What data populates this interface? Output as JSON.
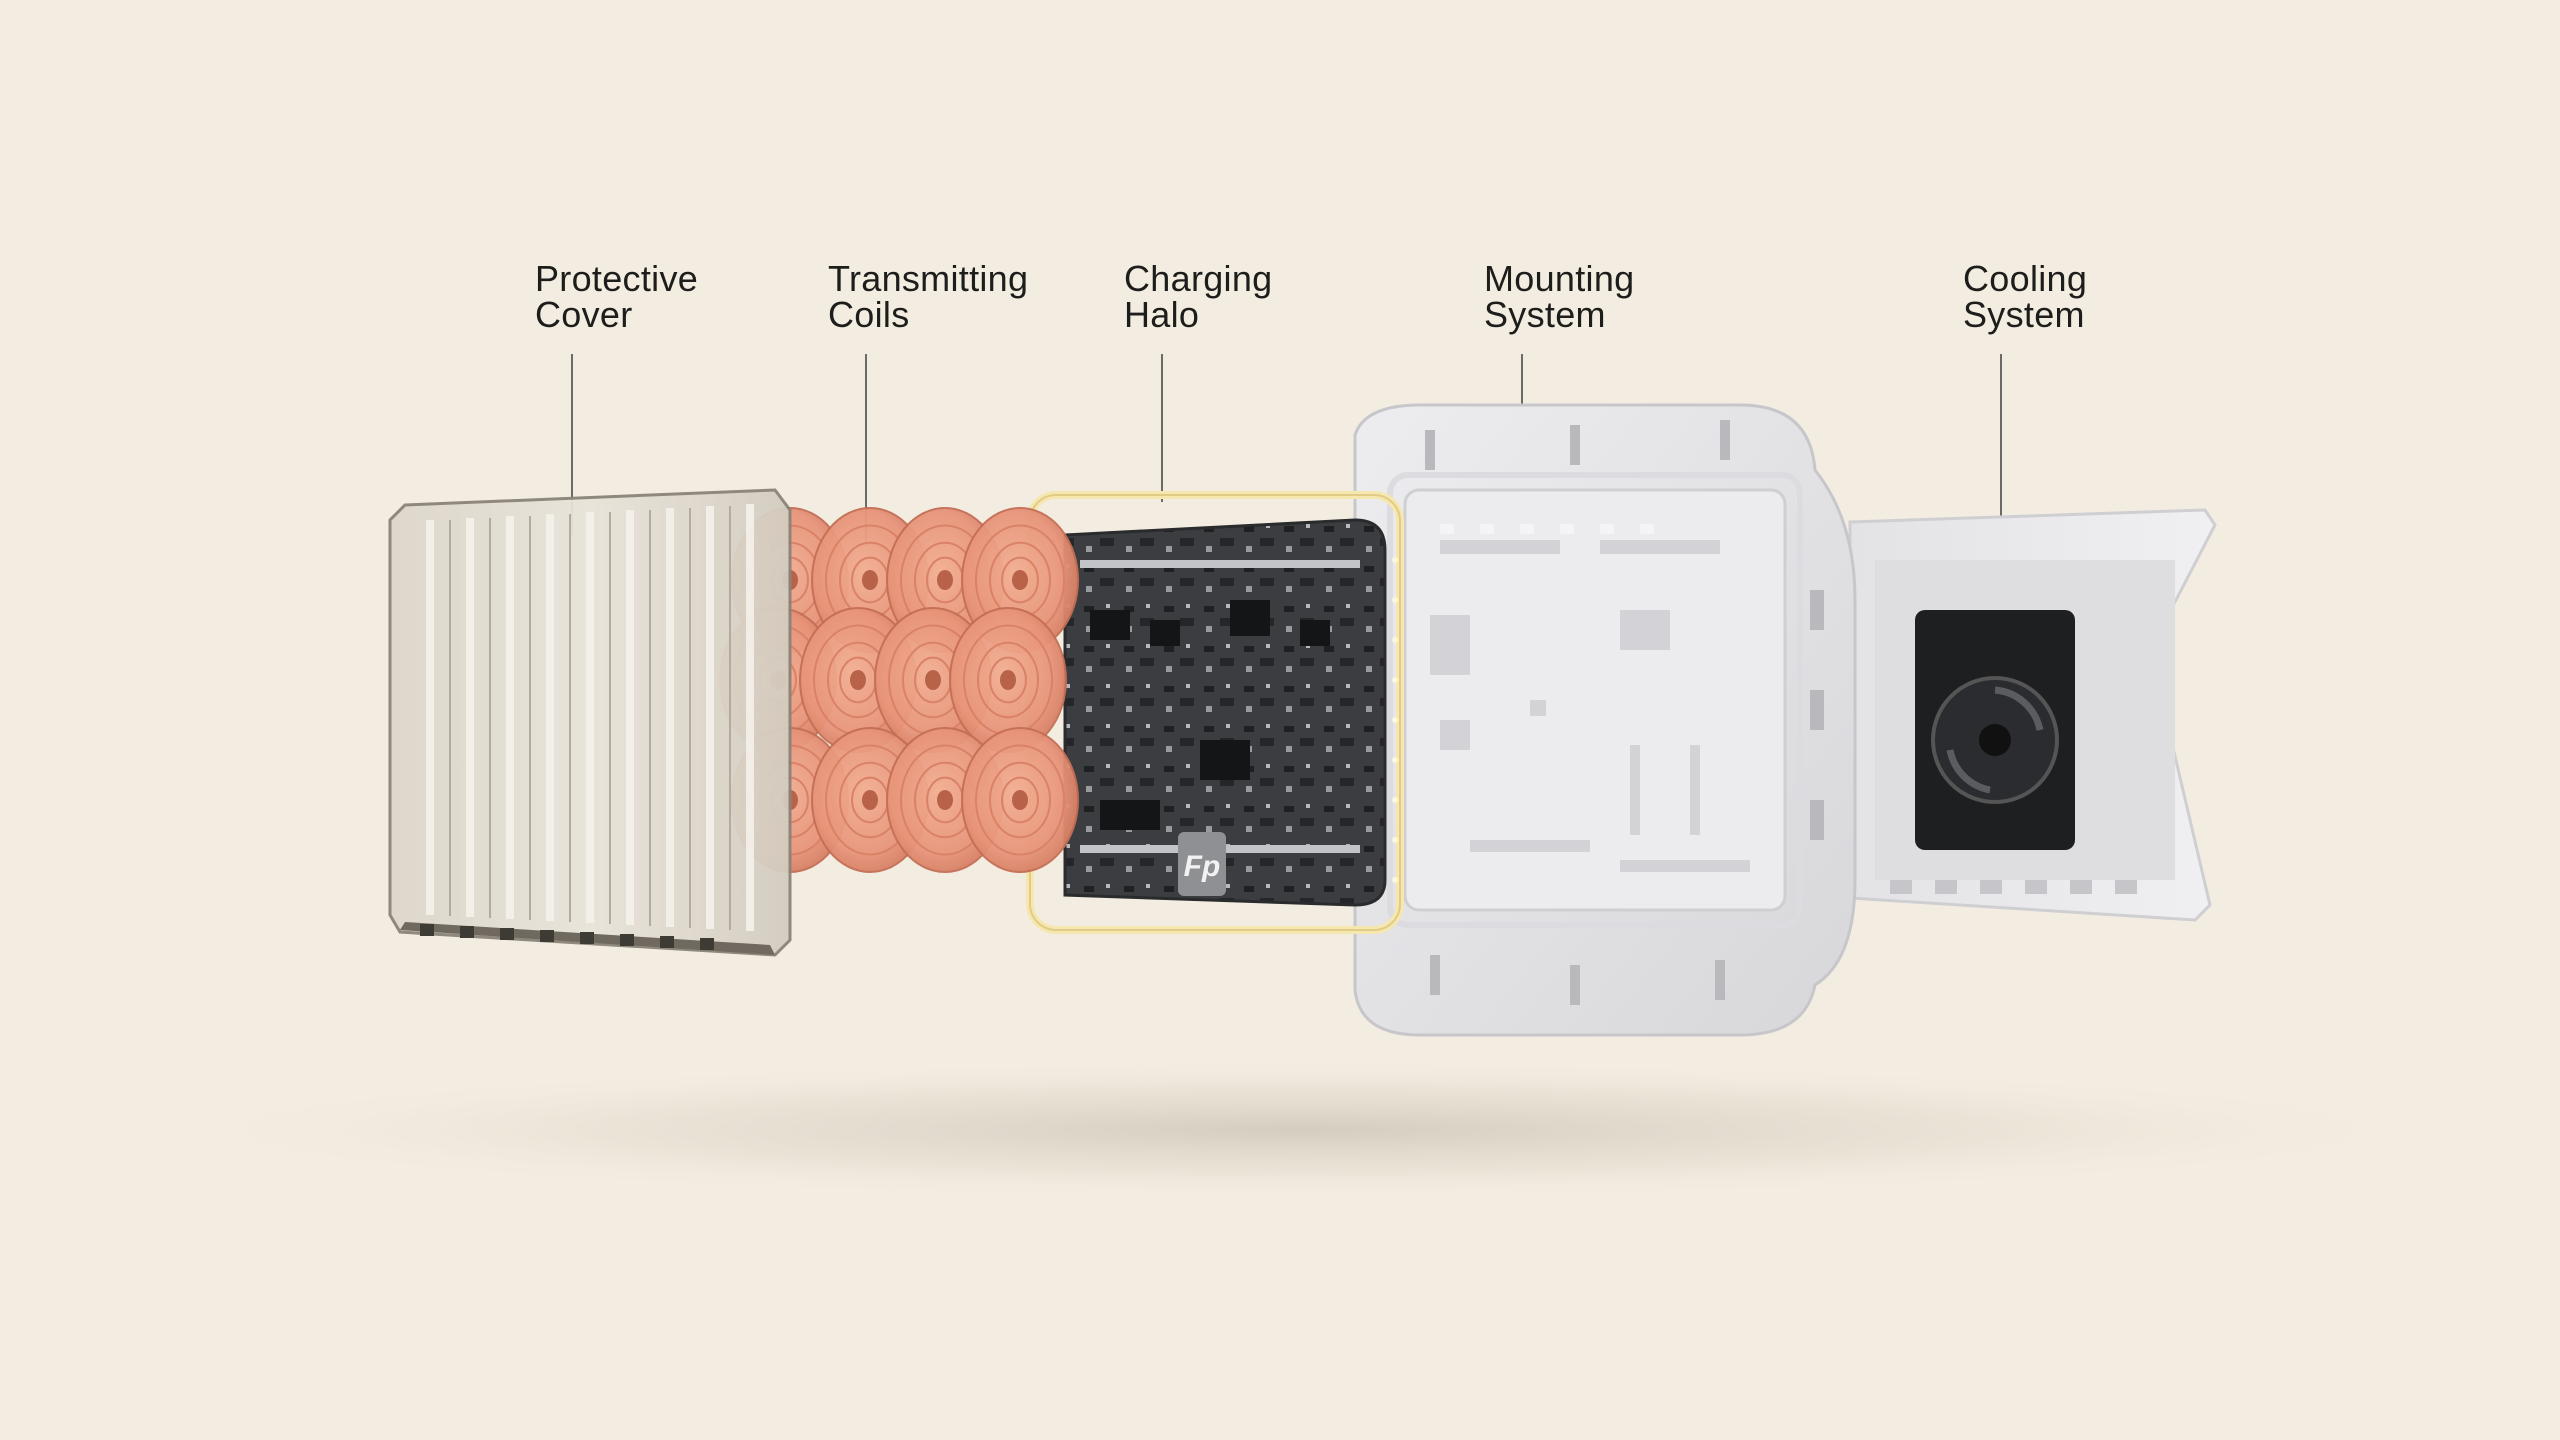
{
  "labels": [
    {
      "id": "protective-cover",
      "line1": "Protective",
      "line2": "Cover"
    },
    {
      "id": "transmitting-coils",
      "line1": "Transmitting",
      "line2": "Coils"
    },
    {
      "id": "charging-halo",
      "line1": "Charging",
      "line2": "Halo"
    },
    {
      "id": "mounting-system",
      "line1": "Mounting",
      "line2": "System"
    },
    {
      "id": "cooling-system",
      "line1": "Cooling",
      "line2": "System"
    }
  ],
  "logo": "Fp",
  "colors": {
    "background": "#f3ede1",
    "text": "#1d1d1b",
    "copper": "#e7967a",
    "pcb": "#3a3b3d",
    "plastic": "#e4e4e6",
    "halo": "#f6e7b0"
  }
}
